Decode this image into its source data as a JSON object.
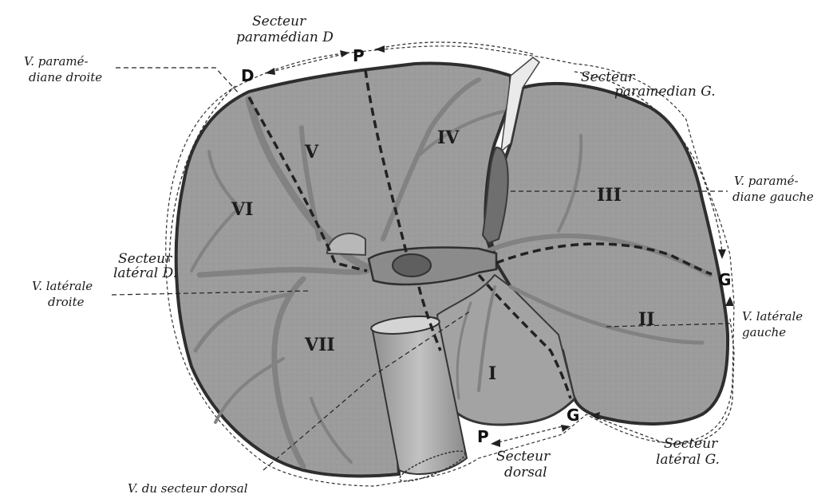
{
  "diagram": {
    "colors": {
      "liver": "#9a9a9a",
      "liver_dark": "#7c7c7c",
      "outline": "#2e2e2e",
      "vessel": "#8b8b8b",
      "dark_vein": "#6a6a6a",
      "background": "#ffffff"
    },
    "segments": [
      "I",
      "II",
      "III",
      "IV",
      "V",
      "VI",
      "VII"
    ],
    "sector_letters": {
      "d_top": "D",
      "p_top": "P",
      "g_right": "G",
      "g_bottom": "G",
      "p_bottom": "P"
    },
    "labels": {
      "secteur_paramedian_d": [
        "Secteur",
        "paramédian D"
      ],
      "v_paramediane_droite": [
        "V. paramé-",
        "diane droite"
      ],
      "secteur_paramedian_g": [
        "Secteur",
        "paramedian G."
      ],
      "v_paramediane_gauche": [
        "V. paramé-",
        "diane gauche"
      ],
      "secteur_lateral_d": [
        "Secteur",
        "latéral D."
      ],
      "v_laterale_droite": [
        "V. latérale",
        "droite"
      ],
      "v_laterale_gauche": [
        "V. latérale",
        "gauche"
      ],
      "secteur_lateral_g": [
        "Secteur",
        "latéral G."
      ],
      "secteur_dorsal": [
        "Secteur",
        "dorsal"
      ],
      "v_secteur_dorsal": [
        "V. du secteur dorsal"
      ]
    }
  }
}
